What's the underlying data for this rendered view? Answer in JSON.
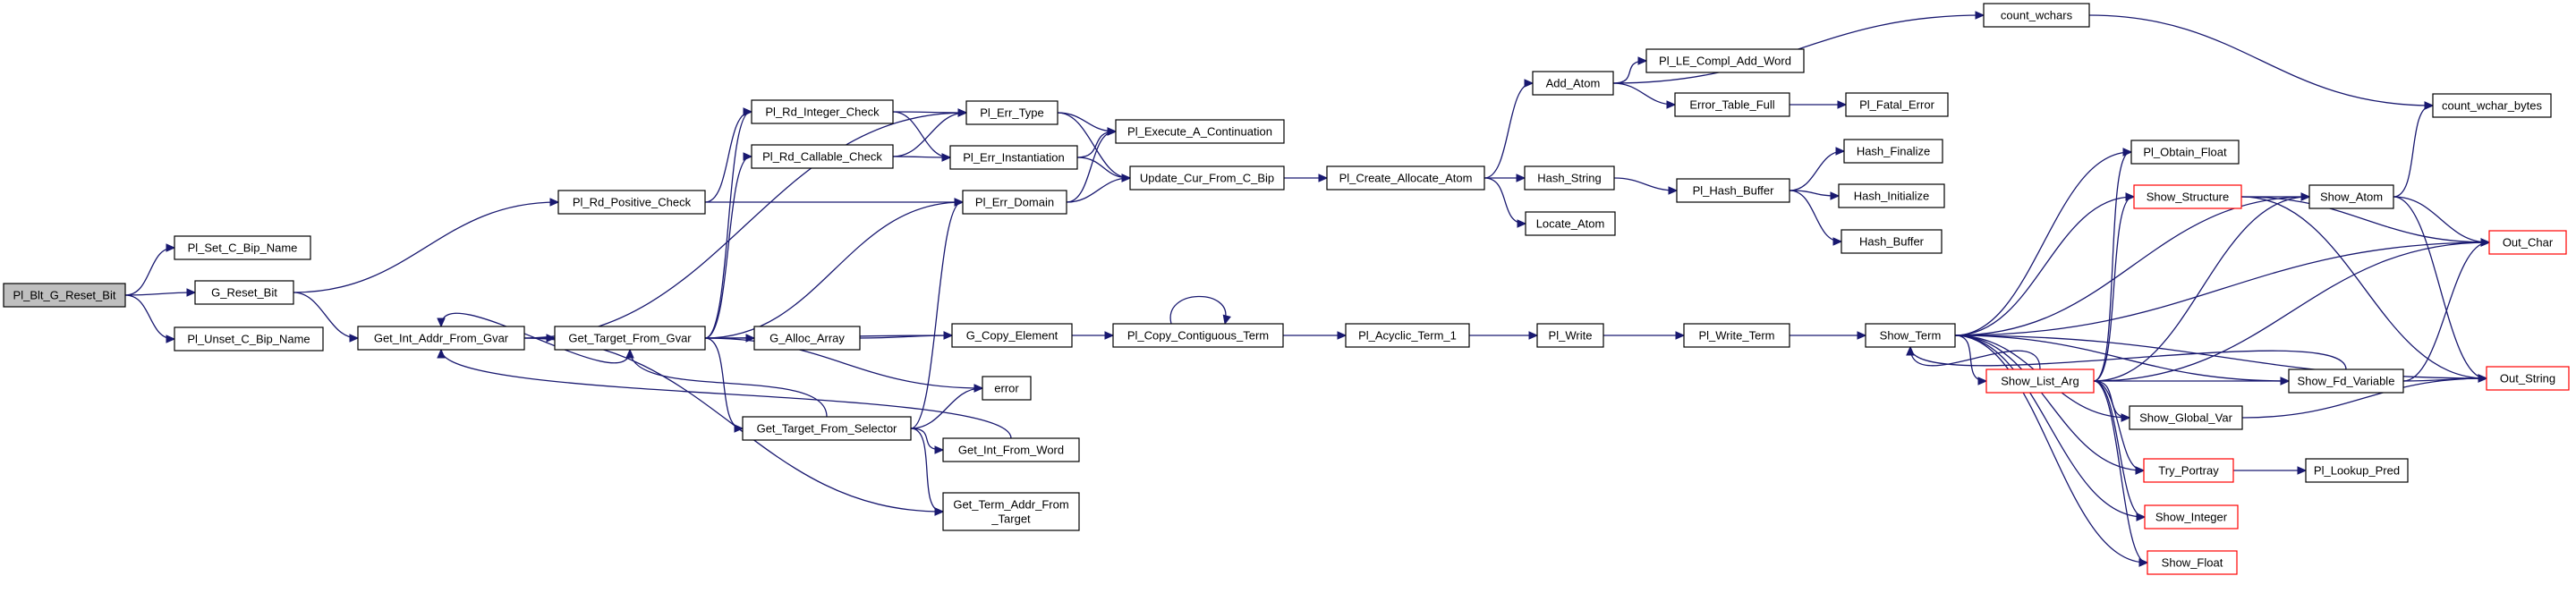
{
  "colors": {
    "edge": "#191970",
    "node_border": "#000000",
    "node_border_truncated": "#ff0000",
    "root_fill": "#bfbfbf",
    "node_fill": "#ffffff"
  },
  "nodes": [
    {
      "id": "root",
      "label": "Pl_Blt_G_Reset_Bit",
      "style": "root"
    },
    {
      "id": "set_c_bip",
      "label": "Pl_Set_C_Bip_Name"
    },
    {
      "id": "g_reset_bit",
      "label": "G_Reset_Bit"
    },
    {
      "id": "unset_c_bip",
      "label": "Pl_Unset_C_Bip_Name"
    },
    {
      "id": "get_int_addr",
      "label": "Get_Int_Addr_From_Gvar"
    },
    {
      "id": "rd_positive",
      "label": "Pl_Rd_Positive_Check"
    },
    {
      "id": "get_target_gvar",
      "label": "Get_Target_From_Gvar"
    },
    {
      "id": "rd_integer",
      "label": "Pl_Rd_Integer_Check"
    },
    {
      "id": "rd_callable",
      "label": "Pl_Rd_Callable_Check"
    },
    {
      "id": "g_alloc_array",
      "label": "G_Alloc_Array"
    },
    {
      "id": "get_target_selector",
      "label": "Get_Target_From_Selector"
    },
    {
      "id": "err_type",
      "label": "Pl_Err_Type"
    },
    {
      "id": "err_inst",
      "label": "Pl_Err_Instantiation"
    },
    {
      "id": "err_domain",
      "label": "Pl_Err_Domain"
    },
    {
      "id": "g_copy_element",
      "label": "G_Copy_Element"
    },
    {
      "id": "error",
      "label": "error"
    },
    {
      "id": "get_int_word",
      "label": "Get_Int_From_Word"
    },
    {
      "id": "get_term_addr",
      "label": "Get_Term_Addr_From _Target"
    },
    {
      "id": "exec_cont",
      "label": "Pl_Execute_A_Continuation"
    },
    {
      "id": "update_cur",
      "label": "Update_Cur_From_C_Bip"
    },
    {
      "id": "copy_contig",
      "label": "Pl_Copy_Contiguous_Term"
    },
    {
      "id": "create_atom",
      "label": "Pl_Create_Allocate_Atom"
    },
    {
      "id": "acyclic",
      "label": "Pl_Acyclic_Term_1"
    },
    {
      "id": "add_atom",
      "label": "Add_Atom"
    },
    {
      "id": "hash_string",
      "label": "Hash_String"
    },
    {
      "id": "locate_atom",
      "label": "Locate_Atom"
    },
    {
      "id": "pl_write",
      "label": "Pl_Write"
    },
    {
      "id": "le_compl",
      "label": "Pl_LE_Compl_Add_Word"
    },
    {
      "id": "err_table_full",
      "label": "Error_Table_Full"
    },
    {
      "id": "hash_buffer_pl",
      "label": "Pl_Hash_Buffer"
    },
    {
      "id": "write_term",
      "label": "Pl_Write_Term"
    },
    {
      "id": "count_wchars",
      "label": "count_wchars"
    },
    {
      "id": "fatal_error",
      "label": "Pl_Fatal_Error"
    },
    {
      "id": "hash_finalize",
      "label": "Hash_Finalize"
    },
    {
      "id": "hash_initialize",
      "label": "Hash_Initialize"
    },
    {
      "id": "hash_buffer",
      "label": "Hash_Buffer"
    },
    {
      "id": "show_term",
      "label": "Show_Term"
    },
    {
      "id": "obtain_float",
      "label": "Pl_Obtain_Float"
    },
    {
      "id": "show_structure",
      "label": "Show_Structure",
      "style": "truncated"
    },
    {
      "id": "show_list_arg",
      "label": "Show_List_Arg",
      "style": "truncated"
    },
    {
      "id": "show_global_var",
      "label": "Show_Global_Var"
    },
    {
      "id": "try_portray",
      "label": "Try_Portray",
      "style": "truncated"
    },
    {
      "id": "show_integer",
      "label": "Show_Integer",
      "style": "truncated"
    },
    {
      "id": "show_float",
      "label": "Show_Float",
      "style": "truncated"
    },
    {
      "id": "show_atom",
      "label": "Show_Atom"
    },
    {
      "id": "show_fd_var",
      "label": "Show_Fd_Variable"
    },
    {
      "id": "lookup_pred",
      "label": "Pl_Lookup_Pred"
    },
    {
      "id": "count_wchar_bytes",
      "label": "count_wchar_bytes"
    },
    {
      "id": "out_char",
      "label": "Out_Char",
      "style": "truncated"
    },
    {
      "id": "out_string",
      "label": "Out_String",
      "style": "truncated"
    }
  ],
  "edges": [
    [
      "root",
      "set_c_bip"
    ],
    [
      "root",
      "g_reset_bit"
    ],
    [
      "root",
      "unset_c_bip"
    ],
    [
      "g_reset_bit",
      "rd_positive"
    ],
    [
      "g_reset_bit",
      "get_int_addr"
    ],
    [
      "get_int_addr",
      "err_type"
    ],
    [
      "get_int_addr",
      "get_target_gvar"
    ],
    [
      "get_int_addr",
      "get_term_addr"
    ],
    [
      "rd_positive",
      "rd_integer"
    ],
    [
      "rd_positive",
      "err_domain"
    ],
    [
      "get_target_gvar",
      "rd_integer"
    ],
    [
      "get_target_gvar",
      "rd_callable"
    ],
    [
      "get_target_gvar",
      "err_domain"
    ],
    [
      "get_target_gvar",
      "g_copy_element"
    ],
    [
      "get_target_gvar",
      "get_int_addr"
    ],
    [
      "get_target_gvar",
      "g_alloc_array"
    ],
    [
      "get_target_gvar",
      "error"
    ],
    [
      "get_target_gvar",
      "get_target_selector"
    ],
    [
      "get_target_selector",
      "get_target_gvar"
    ],
    [
      "get_target_selector",
      "err_domain"
    ],
    [
      "get_target_selector",
      "get_int_word"
    ],
    [
      "get_target_selector",
      "get_term_addr"
    ],
    [
      "get_target_selector",
      "error"
    ],
    [
      "get_int_word",
      "get_int_addr"
    ],
    [
      "rd_integer",
      "err_type"
    ],
    [
      "rd_integer",
      "err_inst"
    ],
    [
      "rd_callable",
      "err_type"
    ],
    [
      "rd_callable",
      "err_inst"
    ],
    [
      "g_alloc_array",
      "g_copy_element"
    ],
    [
      "err_type",
      "exec_cont"
    ],
    [
      "err_type",
      "update_cur"
    ],
    [
      "err_inst",
      "exec_cont"
    ],
    [
      "err_inst",
      "update_cur"
    ],
    [
      "err_domain",
      "exec_cont"
    ],
    [
      "err_domain",
      "update_cur"
    ],
    [
      "g_copy_element",
      "copy_contig"
    ],
    [
      "copy_contig",
      "copy_contig"
    ],
    [
      "copy_contig",
      "acyclic"
    ],
    [
      "update_cur",
      "create_atom"
    ],
    [
      "create_atom",
      "add_atom"
    ],
    [
      "create_atom",
      "hash_string"
    ],
    [
      "create_atom",
      "locate_atom"
    ],
    [
      "acyclic",
      "pl_write"
    ],
    [
      "pl_write",
      "write_term"
    ],
    [
      "write_term",
      "show_term"
    ],
    [
      "add_atom",
      "count_wchars"
    ],
    [
      "add_atom",
      "le_compl"
    ],
    [
      "add_atom",
      "err_table_full"
    ],
    [
      "err_table_full",
      "fatal_error"
    ],
    [
      "count_wchars",
      "count_wchar_bytes"
    ],
    [
      "hash_string",
      "hash_buffer_pl"
    ],
    [
      "hash_buffer_pl",
      "hash_finalize"
    ],
    [
      "hash_buffer_pl",
      "hash_initialize"
    ],
    [
      "hash_buffer_pl",
      "hash_buffer"
    ],
    [
      "show_term",
      "obtain_float"
    ],
    [
      "show_term",
      "show_structure"
    ],
    [
      "show_term",
      "show_list_arg"
    ],
    [
      "show_term",
      "show_global_var"
    ],
    [
      "show_term",
      "try_portray"
    ],
    [
      "show_term",
      "show_integer"
    ],
    [
      "show_term",
      "show_float"
    ],
    [
      "show_term",
      "show_atom"
    ],
    [
      "show_term",
      "show_fd_var"
    ],
    [
      "show_term",
      "out_char"
    ],
    [
      "show_term",
      "out_string"
    ],
    [
      "show_list_arg",
      "show_term"
    ],
    [
      "show_list_arg",
      "obtain_float"
    ],
    [
      "show_list_arg",
      "show_structure"
    ],
    [
      "show_list_arg",
      "show_global_var"
    ],
    [
      "show_list_arg",
      "try_portray"
    ],
    [
      "show_list_arg",
      "show_integer"
    ],
    [
      "show_list_arg",
      "show_float"
    ],
    [
      "show_list_arg",
      "show_atom"
    ],
    [
      "show_list_arg",
      "show_fd_var"
    ],
    [
      "show_list_arg",
      "out_char"
    ],
    [
      "show_structure",
      "show_atom"
    ],
    [
      "show_structure",
      "out_char"
    ],
    [
      "show_structure",
      "out_string"
    ],
    [
      "try_portray",
      "lookup_pred"
    ],
    [
      "show_atom",
      "count_wchar_bytes"
    ],
    [
      "show_atom",
      "out_char"
    ],
    [
      "show_atom",
      "out_string"
    ],
    [
      "show_fd_var",
      "show_term"
    ],
    [
      "show_fd_var",
      "out_char"
    ],
    [
      "show_fd_var",
      "out_string"
    ],
    [
      "show_global_var",
      "out_string"
    ]
  ]
}
